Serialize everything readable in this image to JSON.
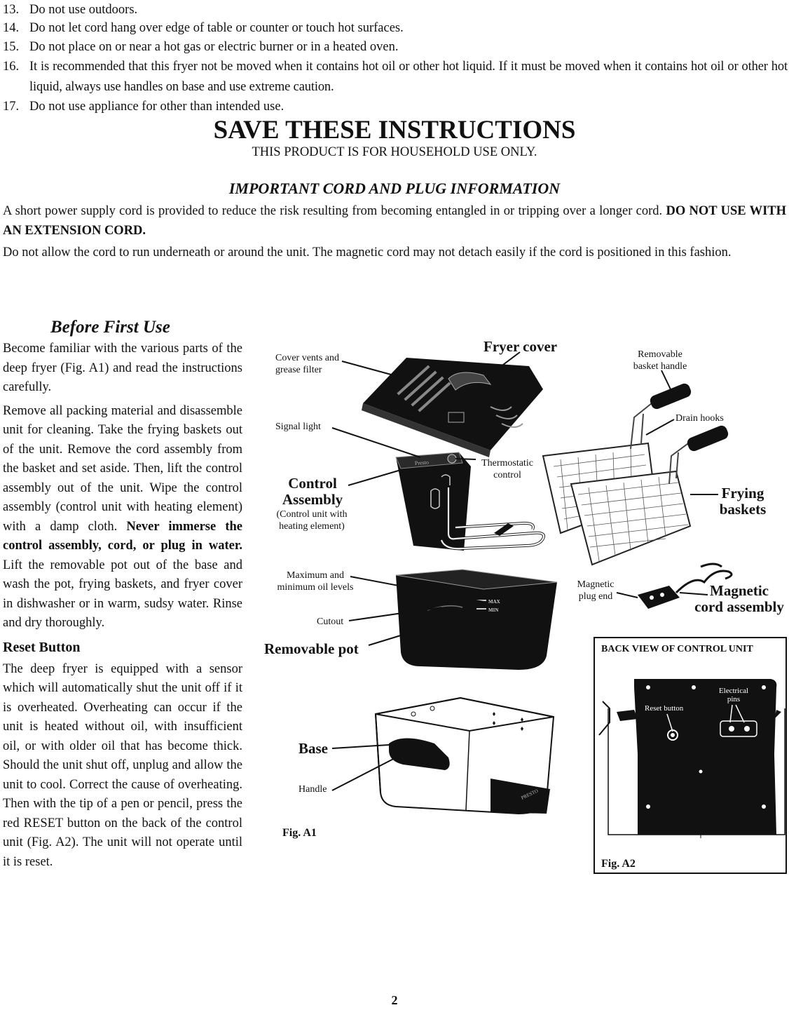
{
  "list": [
    {
      "num": "13.",
      "text": "Do not use outdoors."
    },
    {
      "num": "14.",
      "text": "Do not let cord hang over edge of table or counter or touch hot surfaces."
    },
    {
      "num": "15.",
      "text": "Do not place on or near a hot gas or electric burner or in a heated oven."
    },
    {
      "num": "16.",
      "text": "It is recommended that this fryer not be moved when it contains hot oil or other hot liquid. If it must be moved when it contains hot oil or other hot liquid, always use handles on base and use extreme caution."
    },
    {
      "num": "17.",
      "text": "Do not use appliance for other than intended use."
    }
  ],
  "save_heading": "SAVE THESE INSTRUCTIONS",
  "household": "THIS PRODUCT IS FOR HOUSEHOLD USE ONLY.",
  "cord_heading": "IMPORTANT CORD AND PLUG INFORMATION",
  "cord_p1_text": "A short power supply cord is provided to reduce the risk resulting from becoming entangled in or tripping over a longer cord.",
  "cord_p1_bold": "DO NOT USE WITH AN EXTENSION CORD.",
  "cord_p2": "Do not allow the cord to run underneath or around the unit. The magnetic cord may not detach easily if the cord is positioned in this fashion.",
  "before_heading": "Before First Use",
  "before_p1": "Become familiar with the various parts of the deep fryer (Fig. A1) and read the instructions carefully.",
  "before_p2_text": "Remove all packing material and disassemble unit for cleaning. Take the frying baskets out of the unit. Remove the cord assembly from the basket and set aside. Then, lift the control assembly out of the unit. Wipe the control assembly (control unit with heating element) with a damp cloth.",
  "before_p2_bold": "Never immerse the control assembly, cord, or plug in water.",
  "before_p2_tail": "Lift the removable pot out of the base and wash the pot, frying baskets, and fryer cover in dishwasher or in warm, sudsy water. Rinse and dry thoroughly.",
  "reset_heading": "Reset Button",
  "reset_p": "The deep fryer is equipped with a sensor which will automatically shut the unit off if it is overheated. Overheating can occur if the unit is heated without oil, with insufficient oil, or with older oil that has become thick. Should the unit shut off, unplug and allow the unit to cool. Correct the cause of overheating. Then with the tip of a pen or pencil, press the red RESET button on the back of the control unit (Fig. A2). The unit will not operate until it is reset.",
  "fig_a1": {
    "fryer_cover": "Fryer cover",
    "cover_vents_1": "Cover vents and",
    "cover_vents_2": "grease filter",
    "removable_handle_1": "Removable",
    "removable_handle_2": "basket handle",
    "drain_hooks": "Drain hooks",
    "signal_light": "Signal light",
    "thermostatic_1": "Thermostatic",
    "thermostatic_2": "control",
    "control_1": "Control",
    "control_2": "Assembly",
    "control_sub_1": "(Control unit with",
    "control_sub_2": "heating element)",
    "frying_1": "Frying",
    "frying_2": "baskets",
    "oil_levels_1": "Maximum and",
    "oil_levels_2": "minimum oil levels",
    "magnetic_plug_1": "Magnetic",
    "magnetic_plug_2": "plug end",
    "magnetic_cord_1": "Magnetic",
    "magnetic_cord_2": "cord assembly",
    "cutout": "Cutout",
    "removable_pot": "Removable pot",
    "base": "Base",
    "handle": "Handle",
    "caption": "Fig. A1",
    "max_mark": "MAX",
    "min_mark": "MIN",
    "brand_cover": "Presto",
    "brand_base": "PRESTO"
  },
  "fig_a2": {
    "title": "BACK VIEW OF CONTROL UNIT",
    "reset_button": "Reset button",
    "pins_1": "Electrical",
    "pins_2": "pins",
    "caption": "Fig. A2"
  },
  "page_number": "2"
}
